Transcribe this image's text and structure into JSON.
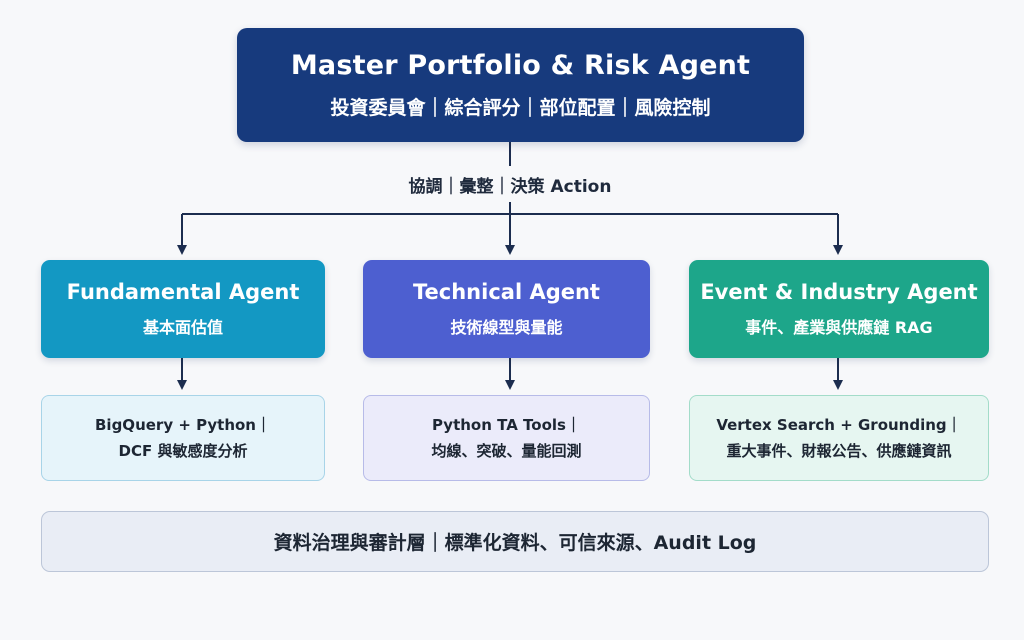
{
  "master": {
    "title": "Master Portfolio & Risk Agent",
    "subtitle": "投資委員會｜綜合評分｜部位配置｜風險控制"
  },
  "coordination_label": "協調｜彙整｜決策 Action",
  "agents": [
    {
      "title": "Fundamental Agent",
      "subtitle": "基本面估值",
      "color": "#1398c3"
    },
    {
      "title": "Technical Agent",
      "subtitle": "技術線型與量能",
      "color": "#4d5fd0"
    },
    {
      "title": "Event & Industry Agent",
      "subtitle": "事件、產業與供應鏈 RAG",
      "color": "#1da68a"
    }
  ],
  "tools": [
    {
      "line1": "BigQuery + Python｜",
      "line2": "DCF 與敏感度分析"
    },
    {
      "line1": "Python TA Tools｜",
      "line2": "均線、突破、量能回測"
    },
    {
      "line1": "Vertex Search + Grounding｜",
      "line2": "重大事件、財報公告、供應鏈資訊"
    }
  ],
  "governance": "資料治理與審計層｜標準化資料、可信來源、Audit Log",
  "colors": {
    "master": "#173a7d",
    "connector": "#1c2d4f"
  }
}
